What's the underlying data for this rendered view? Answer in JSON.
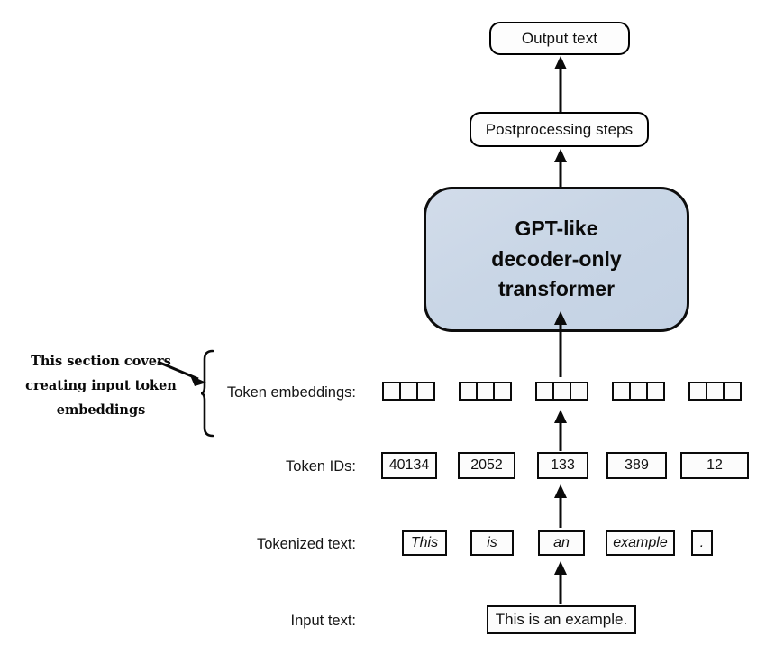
{
  "diagram": {
    "title_blocks": {
      "output_text": "Output text",
      "postprocessing": "Postprocessing steps",
      "transformer_line1": "GPT-like",
      "transformer_line2": "decoder-only",
      "transformer_line3": "transformer"
    },
    "annotation": {
      "line1": "This section covers",
      "line2": "creating input token",
      "line3": "embeddings"
    },
    "row_labels": {
      "token_embeddings": "Token embeddings:",
      "token_ids": "Token IDs:",
      "tokenized_text": "Tokenized text:",
      "input_text": "Input text:"
    },
    "token_embeddings": {
      "groups": 5,
      "cells_per_group": 3
    },
    "token_ids": [
      "40134",
      "2052",
      "133",
      "389",
      "12"
    ],
    "tokenized_text": [
      "This",
      "is",
      "an",
      "example",
      "."
    ],
    "input_text": "This is an example.",
    "colors": {
      "transformer_fill": "#ccd9e8",
      "stroke": "#0a0a0a",
      "background": "#ffffff"
    }
  }
}
